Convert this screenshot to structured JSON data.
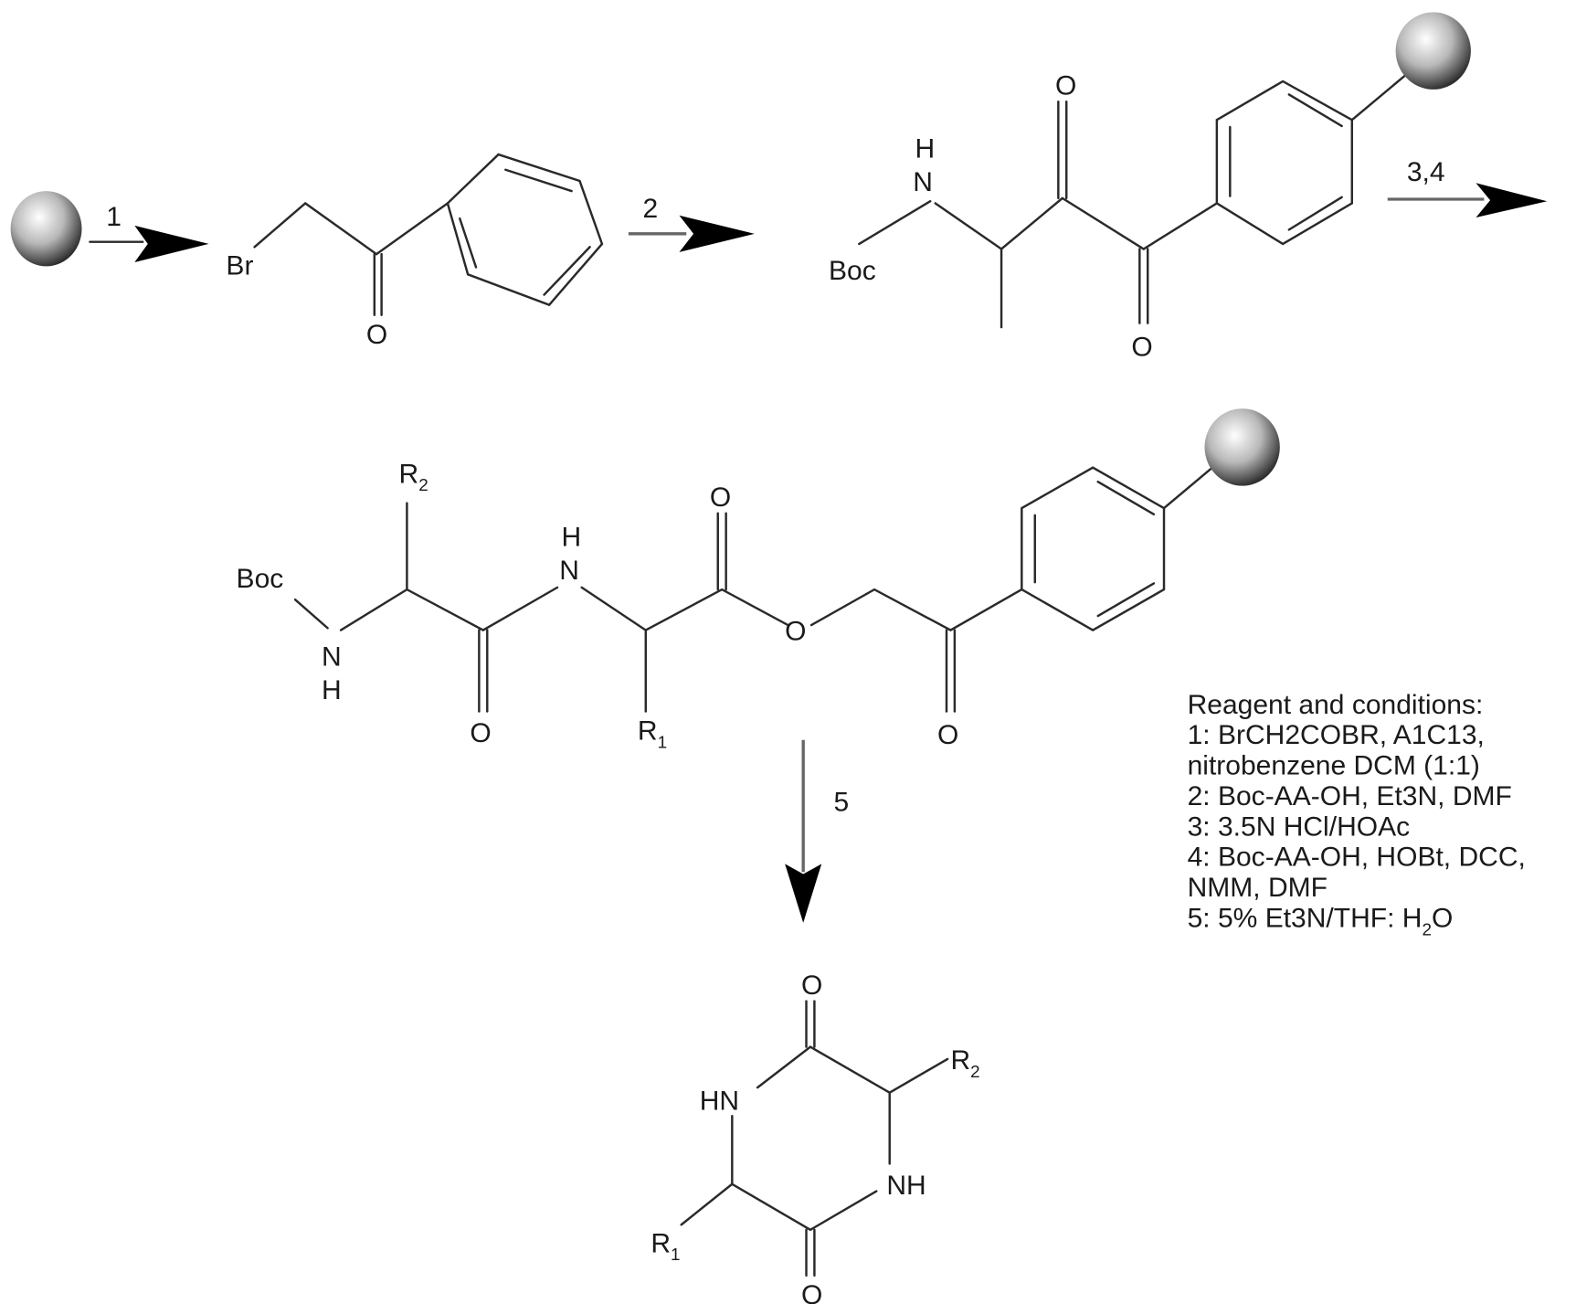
{
  "steps": {
    "s1": "1",
    "s2": "2",
    "s34": "3,4",
    "s5": "5"
  },
  "atoms": {
    "Br": "Br",
    "O": "O",
    "H": "H",
    "N": "N",
    "Boc": "Boc",
    "HN": "HN",
    "NH": "NH",
    "R": "R",
    "sub1": "1",
    "sub2": "2"
  },
  "conditions": {
    "title": "Reagent and conditions:",
    "lines": [
      "1: BrCH2COBR, A1C13,",
      "nitrobenzene DCM (1:1)",
      "2: Boc-AA-OH, Et3N, DMF",
      "3: 3.5N HCl/HOAc",
      "4: Boc-AA-OH, HOBt, DCC,",
      "NMM, DMF"
    ],
    "last_prefix": "5: 5% Et3N/THF: H",
    "last_sub": "2",
    "last_suffix": "O"
  },
  "colors": {
    "bond": "#2a2a2a",
    "arrow": "#000000"
  }
}
